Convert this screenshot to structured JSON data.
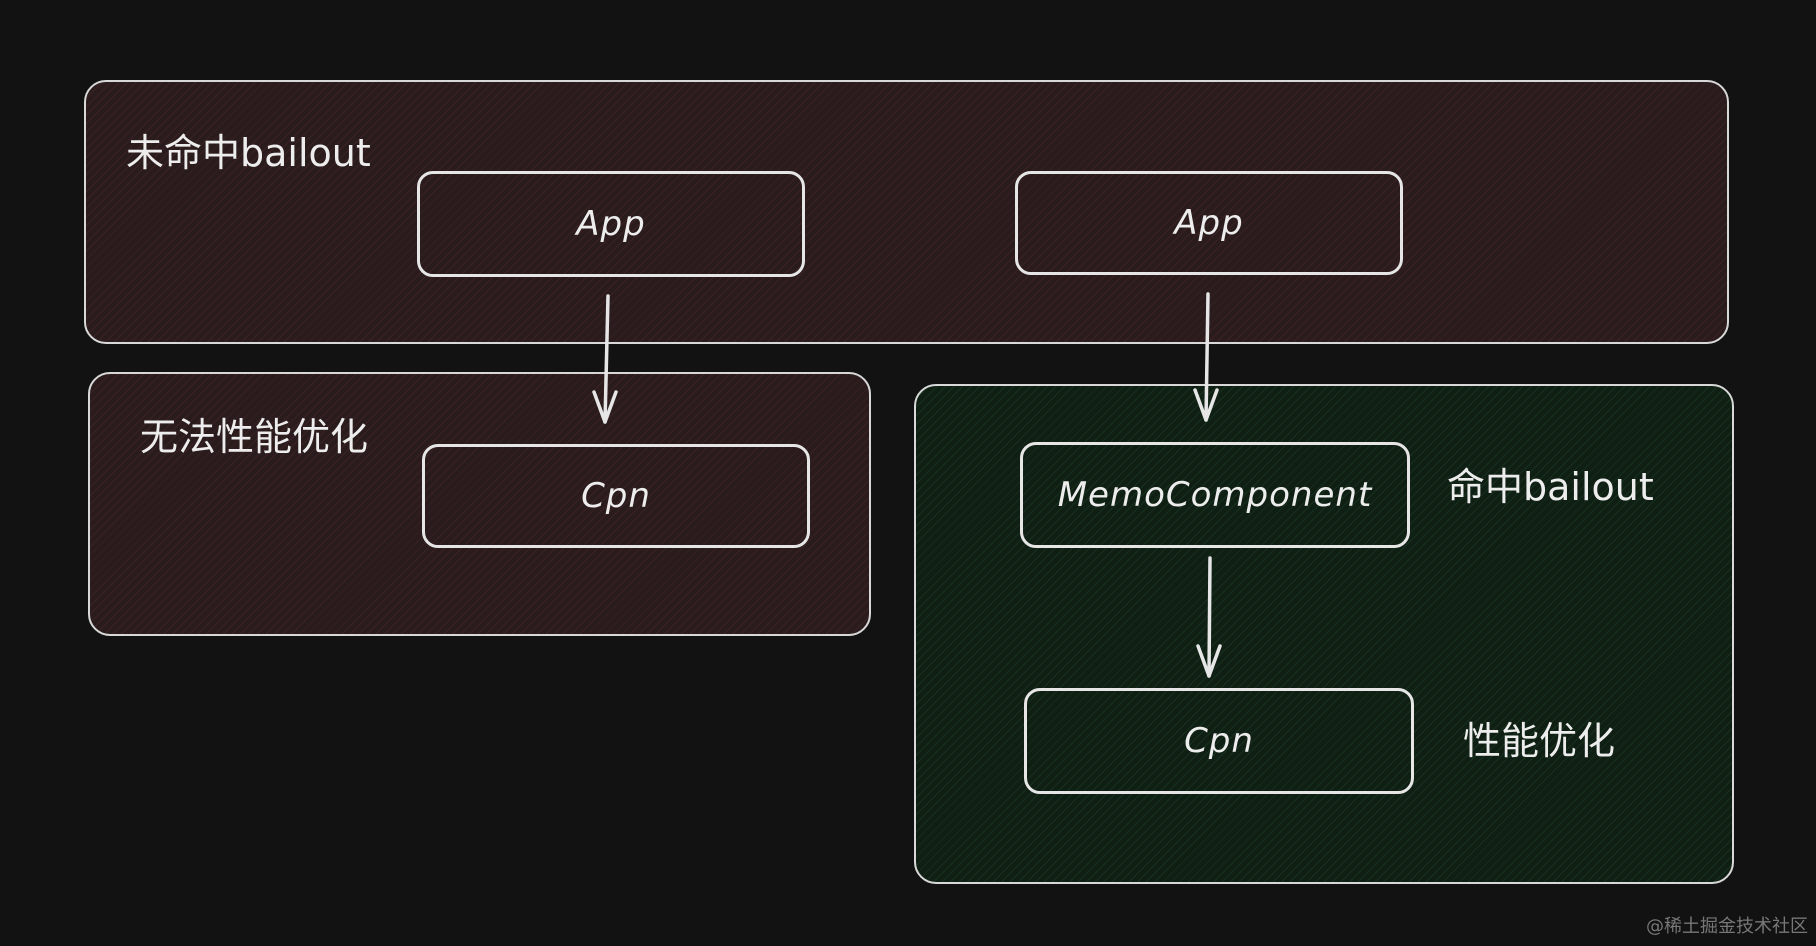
{
  "groups": {
    "no_bailout": {
      "label": "未命中bailout"
    },
    "no_optimization": {
      "label": "无法性能优化"
    },
    "bailout_hit": {
      "label": "命中bailout",
      "sub_label": "性能优化"
    }
  },
  "nodes": {
    "app_left": "App",
    "cpn_left": "Cpn",
    "app_right": "App",
    "memo_component": "MemoComponent",
    "cpn_right": "Cpn"
  },
  "watermark": "@稀土掘金技术社区",
  "colors": {
    "background": "#121212",
    "red_group_fill": "#2a1b1c",
    "green_group_fill": "#0f1f14",
    "stroke": "#e6e6e6"
  }
}
